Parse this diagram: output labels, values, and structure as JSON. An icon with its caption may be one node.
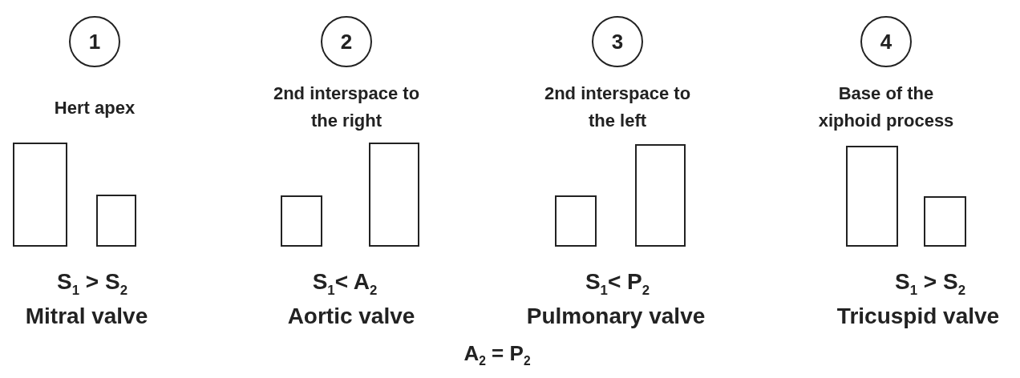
{
  "diagram": {
    "nodes": [
      {
        "text": [
          "1"
        ]
      },
      {
        "text": [],
        "shape": "bar"
      },
      {
        "text": [],
        "shape": "bar"
      },
      {
        "text": [
          "2"
        ]
      },
      {
        "text": [],
        "shape": "bar"
      },
      {
        "text": [],
        "shape": "bar"
      },
      {
        "text": [
          "3"
        ]
      },
      {
        "text": [],
        "shape": "bar"
      },
      {
        "text": [],
        "shape": "bar"
      },
      {
        "text": [
          "4"
        ]
      },
      {
        "text": [],
        "shape": "bar"
      },
      {
        "text": [],
        "shape": "bar"
      }
    ],
    "edges": [],
    "labels": [
      "Hert apex",
      "2nd interspace to the right",
      "2nd interspace to the left",
      "Base of the xiphoid process",
      "S$_{1}$ > S$_{2}$",
      "S$_{1}$< A$_{2}$",
      "S$_{1}$< P$_{2}$",
      "S$_{1}$ > S$_{2}$",
      "Mitral valve",
      "Aortic valve",
      "Pulmonary valve",
      "Tricuspid valve",
      "A$_{2}$ = P$_{2}$"
    ]
  }
}
